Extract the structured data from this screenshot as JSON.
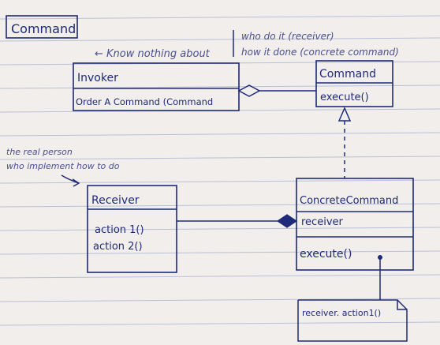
{
  "title": "Command",
  "notes": {
    "invoker_note": "← Know nothing about",
    "who_line1": "who do it (receiver)",
    "who_line2": "how it done (concrete command)",
    "receiver_note1": "the real person",
    "receiver_note2": "who implement how to do"
  },
  "invoker": {
    "name": "Invoker",
    "method": "Order A Command (Command"
  },
  "command": {
    "name": "Command",
    "method": "execute()"
  },
  "receiver": {
    "name": "Receiver",
    "method1": "action 1()",
    "method2": "action 2()"
  },
  "concrete": {
    "name": "ConcreteCommand",
    "field": "receiver",
    "method": "execute()"
  },
  "code_note": "receiver. action1()",
  "colors": {
    "ink": "#1f2a78",
    "paper": "#f1eeeb",
    "rule": "#b9c1d6"
  }
}
